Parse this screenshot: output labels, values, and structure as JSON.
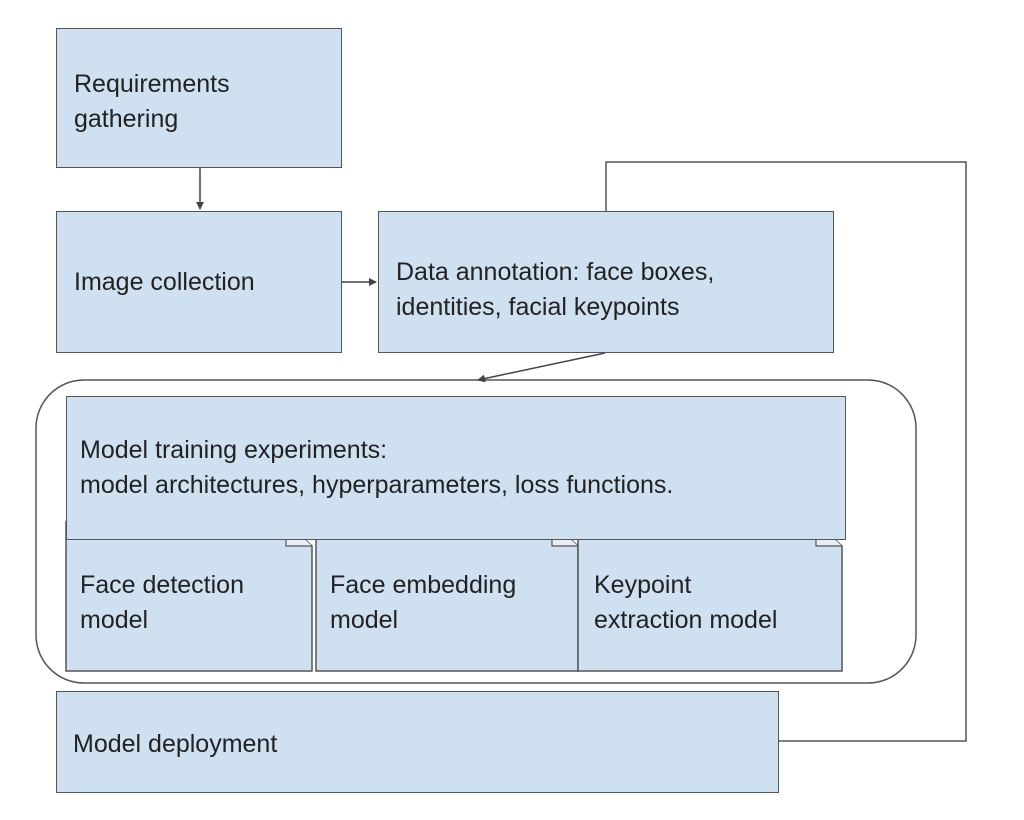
{
  "boxes": {
    "requirements": [
      "Requirements",
      "gathering"
    ],
    "image_collection": [
      "Image collection"
    ],
    "annotation": [
      "Data annotation: face boxes,",
      "identities, facial keypoints"
    ],
    "experiments": [
      "Model training experiments:",
      "model architectures, hyperparameters, loss functions."
    ],
    "deployment": [
      "Model deployment"
    ]
  },
  "models": {
    "face_detection": [
      "Face detection",
      "model"
    ],
    "face_embedding": [
      "Face embedding",
      "model"
    ],
    "keypoint_extraction": [
      "Keypoint",
      "extraction model"
    ]
  },
  "colors": {
    "box_fill": "#cfe0f1",
    "stroke": "#555555",
    "text": "#222222"
  }
}
